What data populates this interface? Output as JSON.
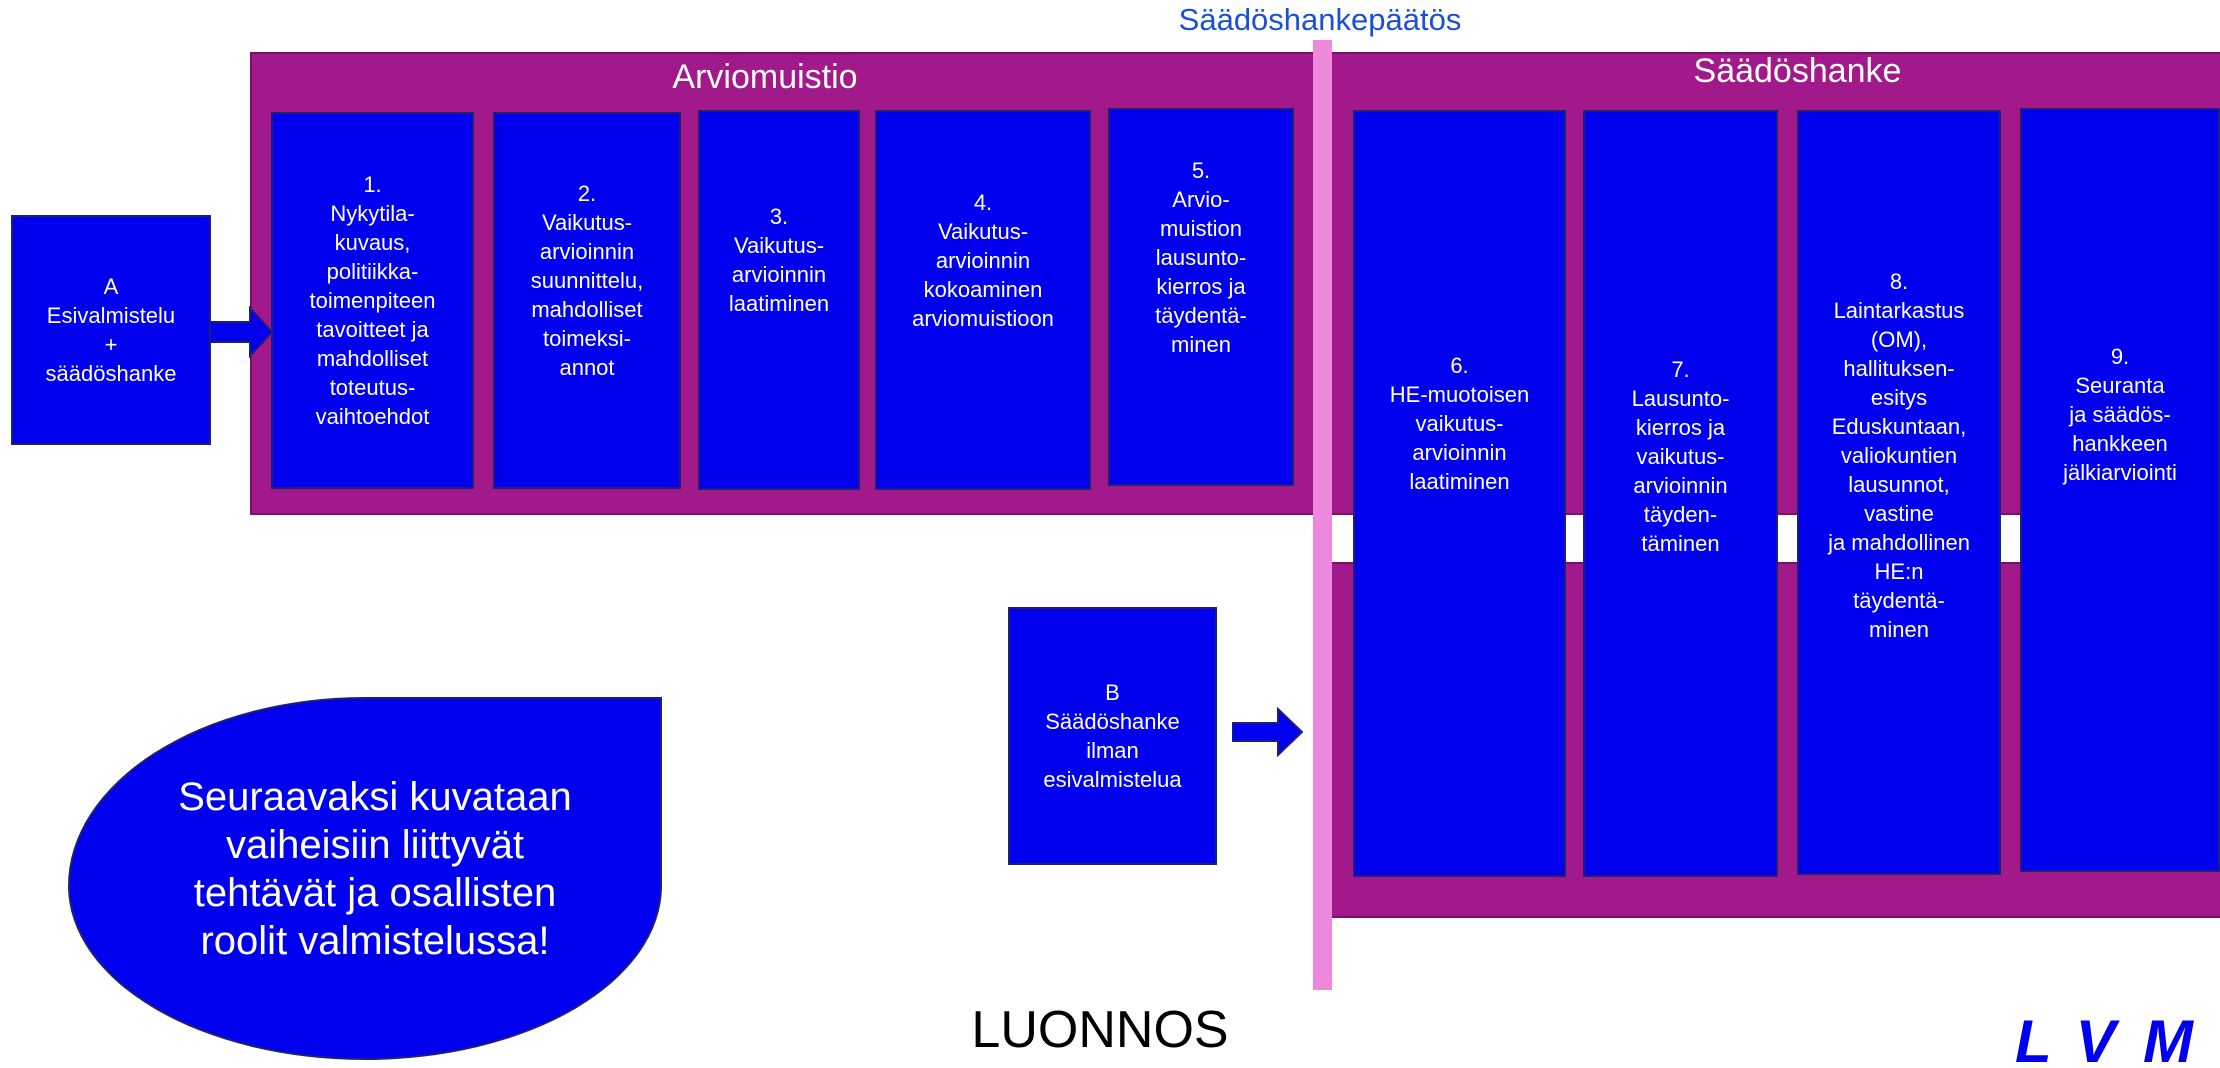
{
  "decision": {
    "label": "Säädöshankepäätös"
  },
  "arviomuistio": {
    "title": "Arviomuistio"
  },
  "saadoshanke": {
    "title": "Säädöshanke"
  },
  "start_a": {
    "text": "A\nEsivalmistelu\n+\nsäädöshanke"
  },
  "start_b": {
    "text": "B\nSäädöshanke\nilman\nesivalmistelua"
  },
  "steps": [
    {
      "text": "1.\nNykytila-\nkuvaus,\npolitiikka-\ntoimenpiteen\ntavoitteet ja\nmahdolliset\ntoteutus-\nvaihtoehdot"
    },
    {
      "text": "2.\nVaikutus-\narvioinnin\nsuunnittelu,\nmahdolliset\ntoimeksi-\nannot"
    },
    {
      "text": "3.\nVaikutus-\narvioinnin\nlaatiminen"
    },
    {
      "text": "4.\nVaikutus-\narvioinnin\nkokoaminen\narviomuistioon"
    },
    {
      "text": "5.\nArvio-\nmuistion\nlausunto-\nkierros ja\ntäydentä-\nminen"
    },
    {
      "text": "6.\nHE-muotoisen\nvaikutus-\narvioinnin\nlaatiminen"
    },
    {
      "text": "7.\nLausunto-\nkierros ja\nvaikutus-\narvioinnin\ntäyden-\ntäminen"
    },
    {
      "text": "8.\nLaintarkastus\n(OM),\nhallituksen-\nesitys\nEduskuntaan,\nvaliokuntien\nlausunnot,\nvastine\nja mahdollinen\nHE:n\ntäydentä-\nminen"
    },
    {
      "text": "9.\nSeuranta\nja säädös-\nhankkeen\njälkiarviointi"
    }
  ],
  "note": {
    "text": "Seuraavaksi kuvataan\nvaiheisiin liittyvät\ntehtävät ja osallisten\nroolit valmistelussa!"
  },
  "draft_label": "LUONNOS",
  "logo": {
    "text": "LVM"
  },
  "colors": {
    "box": "#0000ee",
    "panel": "#a1198a",
    "decision_line": "#ee88dd",
    "decision_text": "#1a4fd8"
  }
}
